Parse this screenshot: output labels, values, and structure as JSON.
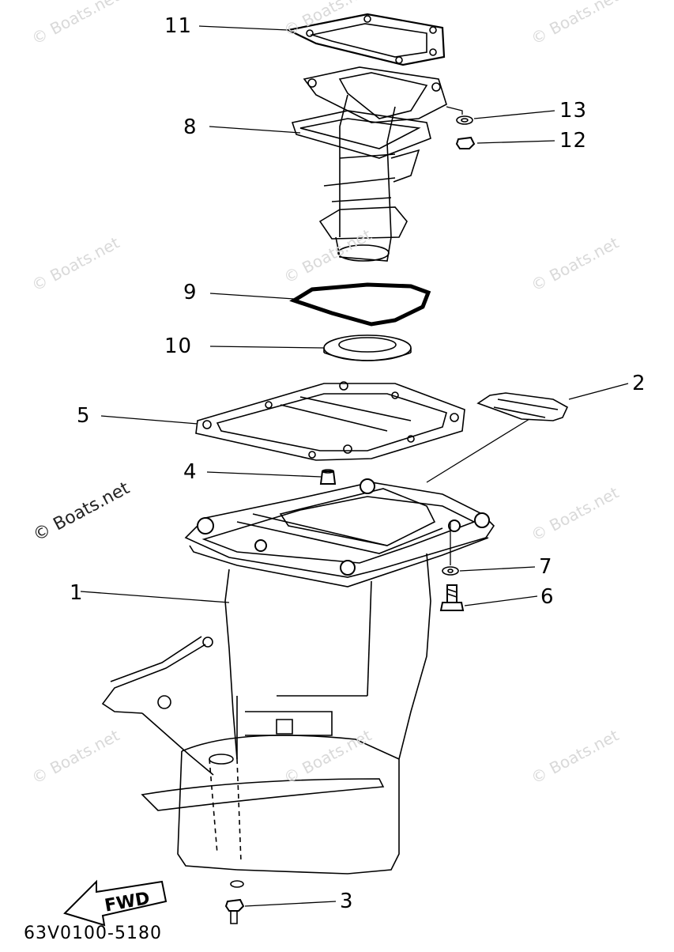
{
  "diagram": {
    "part_code": "63V0100-5180",
    "fwd_label": "FWD",
    "watermark": "© Boats.net",
    "callouts": {
      "c1": "1",
      "c2": "2",
      "c3": "3",
      "c4": "4",
      "c5": "5",
      "c6": "6",
      "c7": "7",
      "c8": "8",
      "c9": "9",
      "c10": "10",
      "c11": "11",
      "c12": "12",
      "c13": "13"
    }
  }
}
